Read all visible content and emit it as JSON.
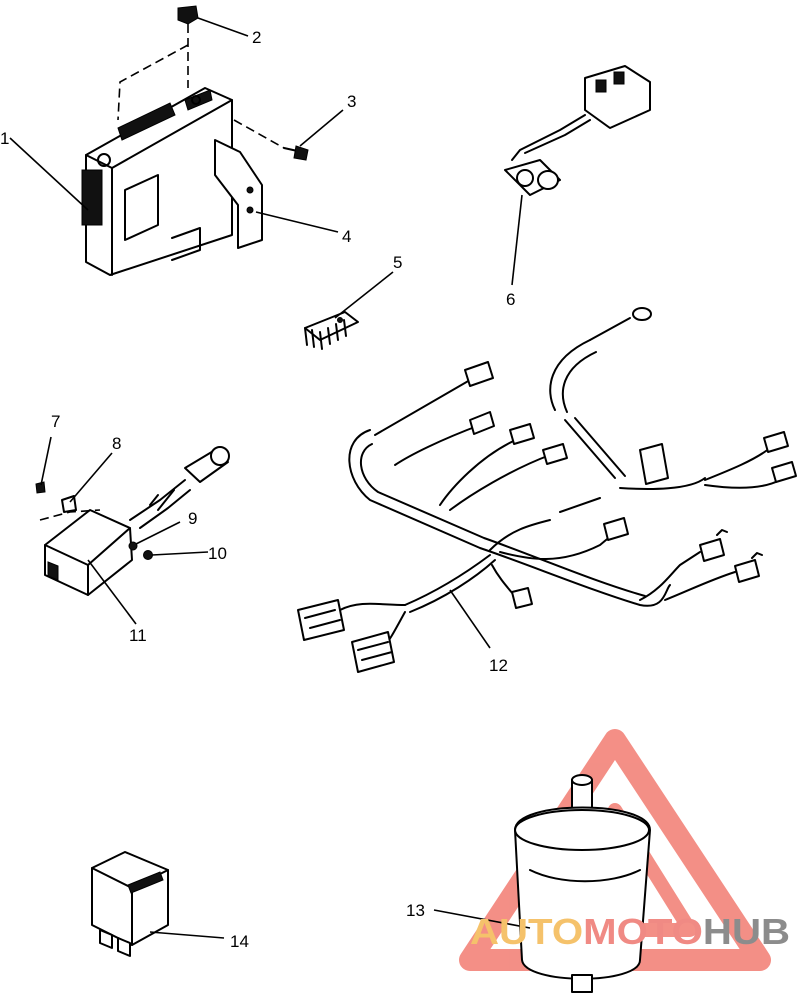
{
  "callouts": {
    "c1": "1",
    "c2": "2",
    "c3": "3",
    "c4": "4",
    "c5": "5",
    "c6": "6",
    "c7": "7",
    "c8": "8",
    "c9": "9",
    "c10": "10",
    "c11": "11",
    "c12": "12",
    "c13": "13",
    "c14": "14"
  },
  "watermark": {
    "text_auto": "AUTO",
    "text_moto": "MOTO",
    "text_hub": "HUB",
    "colors": {
      "auto": "#f5c26b",
      "moto": "#f08a84",
      "hub": "#8c8c8c",
      "triangle": "#f06a5e"
    }
  }
}
